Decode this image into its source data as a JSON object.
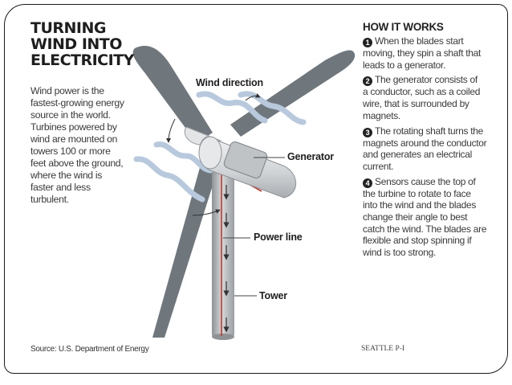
{
  "title": {
    "lines": [
      "TURNING",
      "WIND INTO",
      "ELECTRICITY"
    ]
  },
  "intro": {
    "lines": [
      "Wind power is the",
      "fastest-growing energy",
      "source in the world.",
      "Turbines powered by",
      "wind are mounted on",
      "towers 100 or more",
      "feet above the ground,",
      "where the wind is",
      "faster and less",
      "turbulent."
    ]
  },
  "diagram": {
    "labels": {
      "wind_direction": "Wind direction",
      "generator": "Generator",
      "power_line": "Power line",
      "tower": "Tower"
    },
    "colors": {
      "blade": "#6f777d",
      "wind_arrow": "#b8c9dd",
      "nacelle": "#dcdee0",
      "power_line": "#c0392b",
      "tower": "#b9bcbf"
    }
  },
  "how_it_works": {
    "heading": "HOW IT WORKS",
    "steps": [
      {
        "number": "1",
        "lines": [
          "When the blades start",
          "moving, they spin a shaft that",
          "leads to a generator."
        ]
      },
      {
        "number": "2",
        "lines": [
          "The generator consists of",
          "a conductor, such as a coiled",
          "wire, that is surrounded by",
          "magnets."
        ]
      },
      {
        "number": "3",
        "lines": [
          "The rotating shaft turns the",
          "magnets around the conductor",
          "and generates an electrical",
          "current."
        ]
      },
      {
        "number": "4",
        "lines": [
          "Sensors cause the top of",
          "the turbine to rotate to face",
          "into the wind and the blades",
          "change their angle to best",
          "catch the wind. The blades are",
          "flexible and stop spinning if",
          "wind is too strong."
        ]
      }
    ]
  },
  "footer": {
    "source": "Source: U.S. Department of Energy",
    "credit": "SEATTLE P-I"
  }
}
